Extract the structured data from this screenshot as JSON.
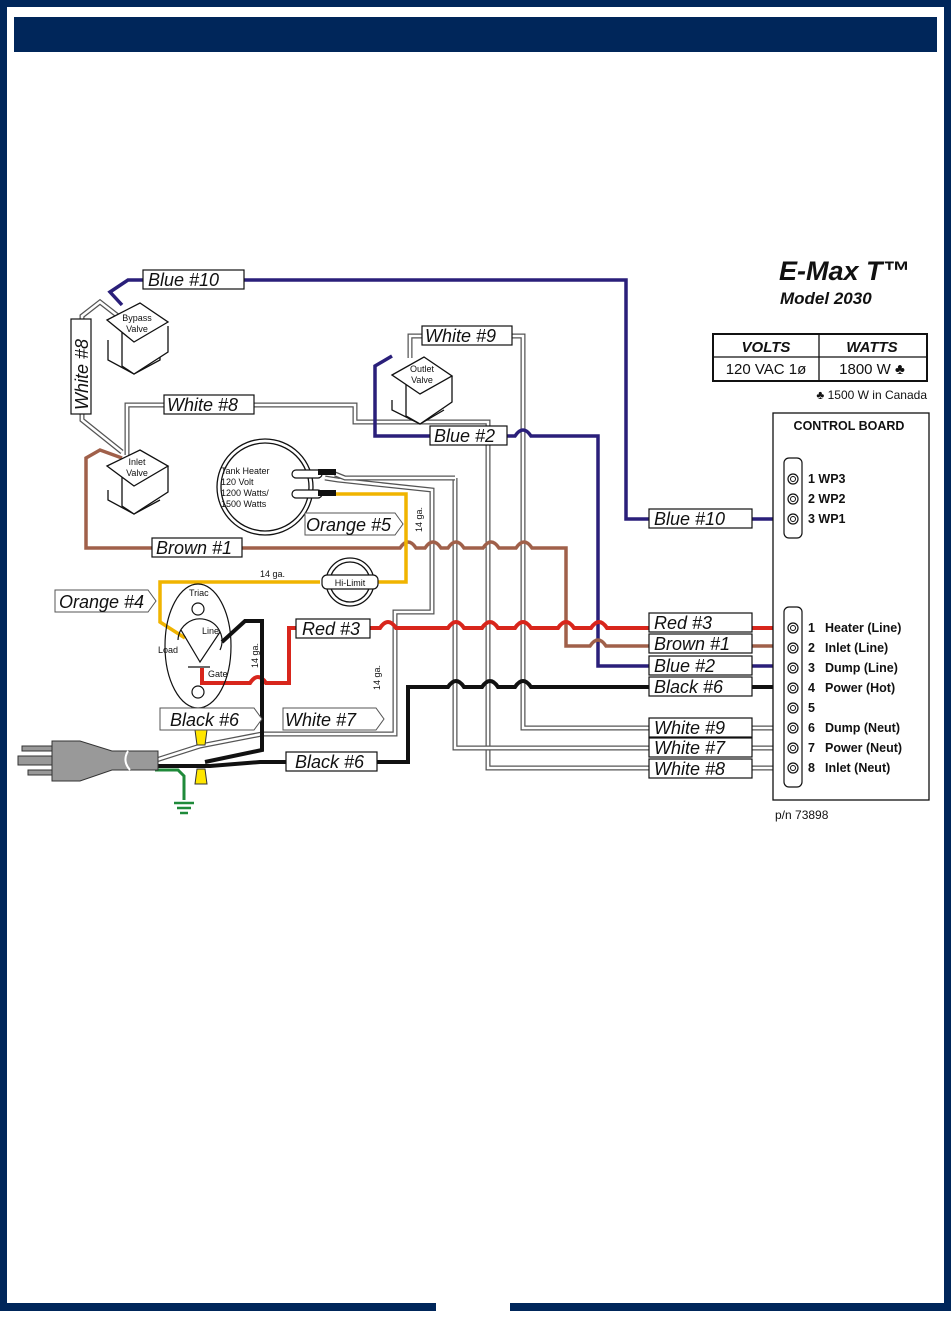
{
  "page": {
    "header_bar_color": "#00265a"
  },
  "product": {
    "title": "E-Max T™",
    "model": "Model 2030"
  },
  "ratings_table": {
    "headers": [
      "VOLTS",
      "WATTS"
    ],
    "values": [
      "120 VAC 1ø",
      "1800 W ♣"
    ],
    "footnote": "♣ 1500 W in Canada"
  },
  "control_board": {
    "title": "CONTROL BOARD",
    "wp_terminals": [
      "1 WP3",
      "2 WP2",
      "3 WP1"
    ],
    "terminals": [
      {
        "num": "1",
        "label": "Heater (Line)"
      },
      {
        "num": "2",
        "label": "Inlet (Line)"
      },
      {
        "num": "3",
        "label": "Dump (Line)"
      },
      {
        "num": "4",
        "label": "Power (Hot)"
      },
      {
        "num": "5",
        "label": ""
      },
      {
        "num": "6",
        "label": "Dump (Neut)"
      },
      {
        "num": "7",
        "label": "Power (Neut)"
      },
      {
        "num": "8",
        "label": "Inlet (Neut)"
      }
    ],
    "part_number": "p/n 73898"
  },
  "components": {
    "bypass_valve": [
      "Bypass",
      "Valve"
    ],
    "inlet_valve": [
      "Inlet",
      "Valve"
    ],
    "outlet_valve": [
      "Outlet",
      "Valve"
    ],
    "tank_heater": [
      "Tank Heater",
      "120 Volt",
      "1200 Watts/",
      "1500 Watts"
    ],
    "hi_limit": "Hi-Limit",
    "triac": {
      "name": "Triac",
      "line": "Line",
      "load": "Load",
      "gate": "Gate"
    }
  },
  "gauge_labels": {
    "orange_vertical": "14 ga.",
    "orange_horizontal": "14 ga.",
    "black_vertical": "14 ga.",
    "white_vertical": "14 ga."
  },
  "wire_labels": {
    "blue10_top": "Blue #10",
    "white8_vertical": "White #8",
    "white8_top": "White #8",
    "white9_top": "White #9",
    "blue2_top": "Blue #2",
    "brown1_left": "Brown #1",
    "orange5": "Orange #5",
    "orange4": "Orange #4",
    "red3_mid": "Red #3",
    "black6_flag": "Black #6",
    "white7_flag": "White #7",
    "black6_bottom": "Black #6",
    "blue10_right": "Blue #10",
    "red3_right": "Red #3",
    "brown1_right": "Brown #1",
    "blue2_right": "Blue #2",
    "black6_right": "Black #6",
    "white9_right": "White #9",
    "white7_right": "White #7",
    "white8_right": "White #8"
  },
  "wire_colors": {
    "blue": "#2a1f7a",
    "brown": "#a0604a",
    "red": "#d8261c",
    "black": "#111111",
    "orange": "#f0b400",
    "green": "#1f8a3a",
    "white_outline": "#555555",
    "wire_nut": "#ffe600",
    "plug": "#999999"
  }
}
